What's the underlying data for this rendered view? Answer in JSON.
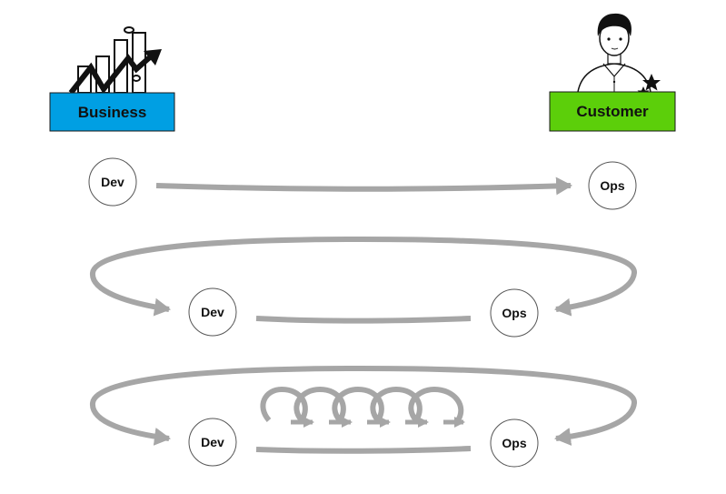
{
  "stakeholders": {
    "business": {
      "label": "Business",
      "color": "#009fe3",
      "icon": "growth-chart-icon"
    },
    "customer": {
      "label": "Customer",
      "color": "#5ccf0a",
      "icon": "customer-person-icon"
    }
  },
  "stages": [
    {
      "dev_label": "Dev",
      "ops_label": "Ops",
      "loop": "one-way"
    },
    {
      "dev_label": "Dev",
      "ops_label": "Ops",
      "loop": "feedback-loop"
    },
    {
      "dev_label": "Dev",
      "ops_label": "Ops",
      "loop": "feedback-loop-with-inner-iterations"
    }
  ],
  "colors": {
    "arrow": "#a6a6a6",
    "outline": "#222222"
  }
}
